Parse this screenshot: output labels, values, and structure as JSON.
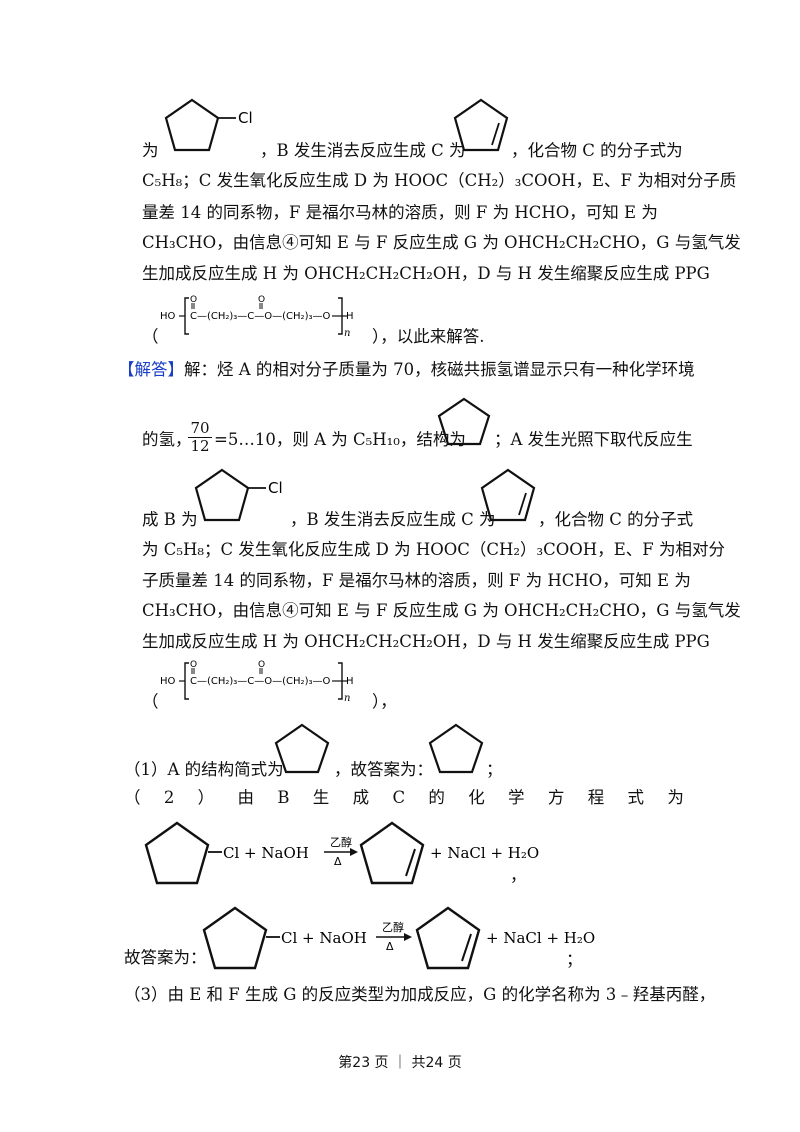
{
  "block1": {
    "l1a": "为",
    "l1b": "，B 发生消去反应生成 C 为",
    "l1c": "，化合物 C 的分子式为",
    "l2": "C₅H₈；C 发生氧化反应生成 D 为 HOOC（CH₂）₃COOH，E、F 为相对分子质",
    "l3": "量差 14 的同系物，F 是福尔马林的溶质，则 F 为 HCHO，可知 E 为",
    "l4": "CH₃CHO，由信息④可知 E 与 F 反应生成 G 为 OHCH₂CH₂CHO，G 与氢气发",
    "l5": "生加成反应生成 H 为 OHCH₂CH₂CH₂OH，D 与 H 发生缩聚反应生成 PPG",
    "l6_open": "（",
    "l6_close": "），以此来解答."
  },
  "answer": {
    "label": "【解答】",
    "l1": "解：烃 A 的相对分子质量为 70，核磁共振氢谱显示只有一种化学环境",
    "l2a": "的氢，",
    "frac_num": "70",
    "frac_den": "12",
    "l2b": "=5…10，则 A 为 C₅H₁₀，结构为",
    "l2c": "；A 发生光照下取代反应生",
    "l3a": "成 B 为",
    "l3b": "，B 发生消去反应生成 C 为",
    "l3c": "，化合物 C 的分子式",
    "l4": "为 C₅H₈；C 发生氧化反应生成 D 为 HOOC（CH₂）₃COOH，E、F 为相对分",
    "l5": "子质量差 14 的同系物，F 是福尔马林的溶质，则 F 为 HCHO，可知 E 为",
    "l6": "CH₃CHO，由信息④可知 E 与 F 反应生成 G 为 OHCH₂CH₂CHO，G 与氢气发",
    "l7": "生加成反应生成 H 为 OHCH₂CH₂CH₂OH，D 与 H 发生缩聚反应生成 PPG",
    "l8_open": "（",
    "l8_close": "），"
  },
  "q1": {
    "a": "（1）A 的结构简式为",
    "b": "，故答案为：",
    "c": "；"
  },
  "q2": {
    "chars": [
      "（",
      "2",
      "）",
      "由",
      "B",
      "生",
      "成",
      "C",
      "的",
      "化",
      "学",
      "方",
      "程",
      "式",
      "为"
    ],
    "comma": "，",
    "answer_label": "故答案为：",
    "semicolon": "；"
  },
  "q3": {
    "text": "（3）由 E 和 F 生成 G 的反应类型为加成反应，G 的化学名称为 3﹣羟基丙醛，"
  },
  "chem": {
    "cl": "Cl",
    "cl_plus": "Cl + NaOH",
    "reagent_top": "乙醇",
    "reagent_bottom": "Δ",
    "products": "+  NaCl + H₂O",
    "polymer": {
      "ho": "HO",
      "chain": "C—(CH₂)₃—C—O—(CH₂)₃—O",
      "o": "O",
      "h": "H",
      "n": "n"
    }
  },
  "footer": {
    "text": "第23 页 ｜ 共24 页"
  }
}
